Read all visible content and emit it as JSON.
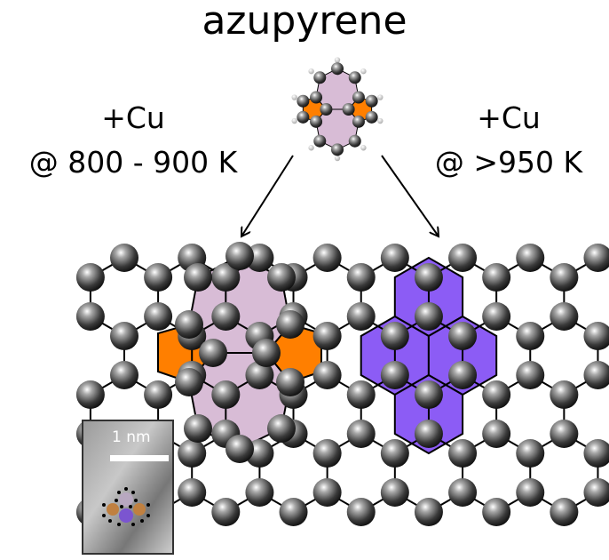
{
  "title": "azupyrene",
  "left_condition": {
    "reagent": "+Cu",
    "temperature": "@ 800 - 900 K"
  },
  "right_condition": {
    "reagent": "+Cu",
    "temperature": "@ >950 K"
  },
  "inset": {
    "scale_label": "1 nm"
  },
  "colors": {
    "pentagon": "#ff7f00",
    "heptagon": "#d8bcd6",
    "hexagon_product": "#8c5cf5",
    "atom": "#444444",
    "bond": "#000000"
  }
}
